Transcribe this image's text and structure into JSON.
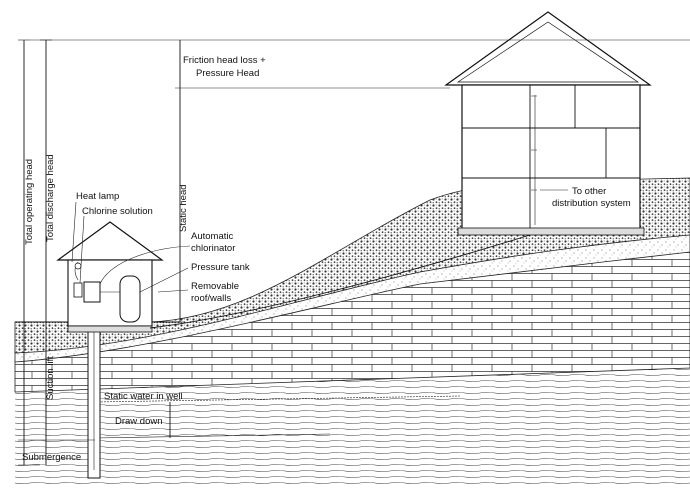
{
  "labels": {
    "friction_head_loss": "Friction head loss +",
    "pressure_head": "Pressure Head",
    "to_other": "To other",
    "distribution_system": "distribution system",
    "heat_lamp": "Heat lamp",
    "chlorine_solution": "Chlorine solution",
    "automatic": "Automatic",
    "chlorinator": "chlorinator",
    "pressure_tank": "Pressure tank",
    "removable": "Removable",
    "roof_walls": "roof/walls",
    "static_water": "Static water in well",
    "draw_down": "Draw down",
    "submergence": "Submergence",
    "suction_lift": "Suction lift",
    "total_operating_head": "Total operating head",
    "total_discharge_head": "Total discharge head",
    "static_head": "Static head"
  }
}
